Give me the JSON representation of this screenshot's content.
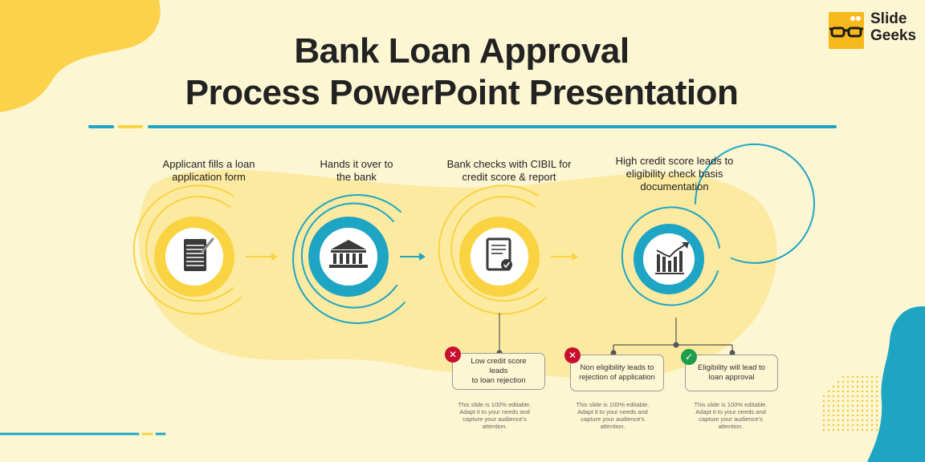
{
  "title": {
    "line1": "Bank Loan Approval",
    "line2": "Process PowerPoint Presentation"
  },
  "logo": {
    "line1": "Slide",
    "line2": "Geeks",
    "icon": "glasses-icon"
  },
  "colors": {
    "background": "#fdf6d3",
    "yellow": "#f9d342",
    "teal": "#1ea5c3",
    "dark": "#222222",
    "red": "#c8102e",
    "green": "#1e9e4a"
  },
  "steps": [
    {
      "label": "Applicant fills a loan\napplication form",
      "icon": "application-form-icon"
    },
    {
      "label": "Hands it over to\nthe bank",
      "icon": "bank-building-icon"
    },
    {
      "label": "Bank checks with CIBIL for\ncredit score & report",
      "icon": "document-check-icon"
    },
    {
      "label": "High credit score leads to\neligibility check basis\ndocumentation",
      "icon": "bar-chart-growth-icon"
    }
  ],
  "outcomes": [
    {
      "text": "Low credit score leads\nto loan rejection",
      "status": "reject",
      "icon": "cross-icon"
    },
    {
      "text": "Non eligibility leads to\nrejection of application",
      "status": "reject",
      "icon": "cross-icon"
    },
    {
      "text": "Eligibility will lead to\nloan approval",
      "status": "approve",
      "icon": "check-icon"
    }
  ],
  "note": "This slide is 100% editable.\nAdapt it to your needs and\ncapture your audience's\nattention."
}
